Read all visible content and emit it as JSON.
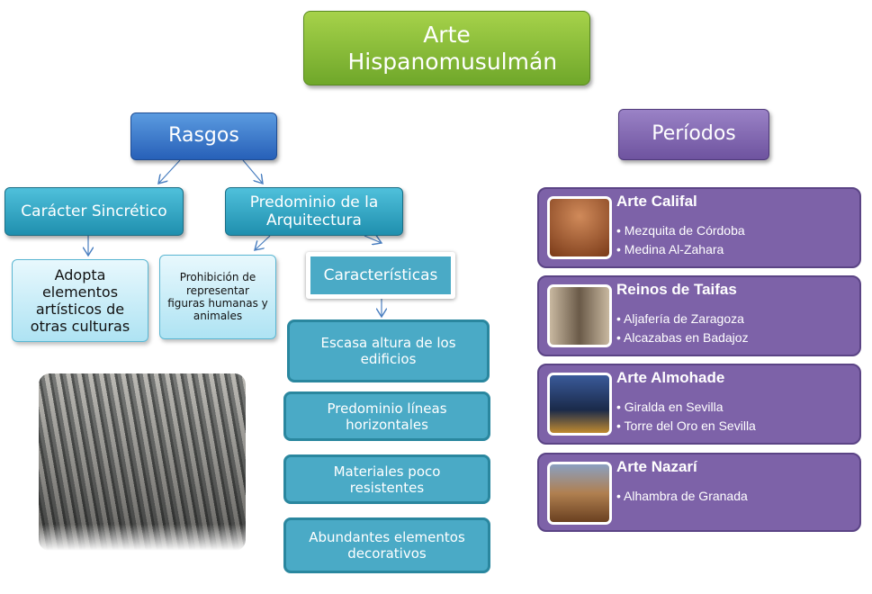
{
  "title": "Arte Hispanomusulmán",
  "rasgos": "Rasgos",
  "periodos": "Períodos",
  "caracter": "Carácter Sincrético",
  "predominio": "Predominio de la Arquitectura",
  "adopta": "Adopta elementos artísticos de otras culturas",
  "prohibicion": "Prohibición de representar figuras humanas y animales",
  "caracteristicas": "Características",
  "items": [
    "Escasa altura de los edificios",
    "Predominio líneas horizontales",
    "Materiales poco resistentes",
    "Abundantes elementos decorativos"
  ],
  "periods": [
    {
      "title": "Arte Califal",
      "items": [
        "Mezquita de Córdoba",
        "Medina Al-Zahara"
      ]
    },
    {
      "title": "Reinos de Taifas",
      "items": [
        "Aljafería de Zaragoza",
        "Alcazabas en Badajoz"
      ]
    },
    {
      "title": "Arte Almohade",
      "items": [
        "Giralda en Sevilla",
        "Torre del Oro en Sevilla"
      ]
    },
    {
      "title": "Arte Nazarí",
      "items": [
        "Alhambra de Granada"
      ]
    }
  ]
}
